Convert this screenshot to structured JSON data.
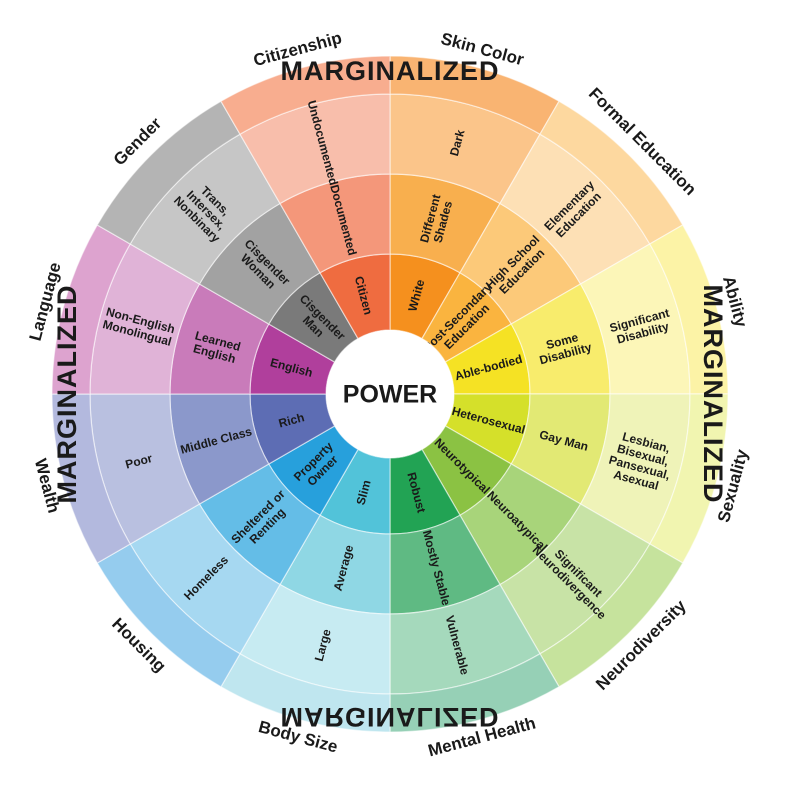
{
  "center_label": "POWER",
  "marginalized_label": "MARGINALIZED",
  "categories": [
    {
      "name": "Skin Color",
      "items": [
        "White",
        "Different Shades",
        "Dark"
      ],
      "colors": [
        "#f5901e",
        "#f8af4e",
        "#fbc58a"
      ]
    },
    {
      "name": "Formal Education",
      "items": [
        "Post-Secondary Education",
        "High School Education",
        "Elementary Education"
      ],
      "colors": [
        "#fab43f",
        "#fcc979",
        "#fde0b5"
      ]
    },
    {
      "name": "Ability",
      "items": [
        "Able-bodied",
        "Some Disability",
        "Significant Disability"
      ],
      "colors": [
        "#f5e224",
        "#f8ec6c",
        "#fcf6b8"
      ]
    },
    {
      "name": "Sexuality",
      "items": [
        "Heterosexual",
        "Gay Man",
        "Lesbian, Bisexual, Pansexual, Asexual"
      ],
      "colors": [
        "#d5e02a",
        "#e2e974",
        "#eff3b8"
      ]
    },
    {
      "name": "Neurodiversity",
      "items": [
        "Neurotypical",
        "Neuroatypical",
        "Significant Neurodivergence"
      ],
      "colors": [
        "#8bc243",
        "#a8d47a",
        "#c8e3a6"
      ]
    },
    {
      "name": "Mental Health",
      "items": [
        "Robust",
        "Mostly Stable",
        "Vulnerable"
      ],
      "colors": [
        "#22a354",
        "#5fba83",
        "#a5d9bc"
      ]
    },
    {
      "name": "Body Size",
      "items": [
        "Slim",
        "Average",
        "Large"
      ],
      "colors": [
        "#52c3d9",
        "#8fd7e4",
        "#c7ebf2"
      ]
    },
    {
      "name": "Housing",
      "items": [
        "Property Owner",
        "Sheltered or Renting",
        "Homeless"
      ],
      "colors": [
        "#27a0dc",
        "#64bde7",
        "#a6d8f1"
      ]
    },
    {
      "name": "Wealth",
      "items": [
        "Rich",
        "Middle Class",
        "Poor"
      ],
      "colors": [
        "#5d6db4",
        "#8b98cb",
        "#b9c0e0"
      ]
    },
    {
      "name": "Language",
      "items": [
        "English",
        "Learned English",
        "Non-English Monolingual"
      ],
      "colors": [
        "#b03f9c",
        "#c97bba",
        "#e0b3d7"
      ]
    },
    {
      "name": "Gender",
      "items": [
        "Cisgender Man",
        "Cisgender Woman",
        "Trans, Intersex, Nonbinary"
      ],
      "colors": [
        "#7a7a7a",
        "#a2a2a2",
        "#c6c6c6"
      ]
    },
    {
      "name": "Citizenship",
      "items": [
        "Citizen",
        "Documented",
        "Undocumented"
      ],
      "colors": [
        "#ef6c40",
        "#f4977a",
        "#f8beab"
      ]
    }
  ],
  "outer_band_colors": [
    "#f9b472",
    "#fdd89f",
    "#fcf3a6",
    "#f1f5b0",
    "#c6e39d",
    "#96d0b6",
    "#bfe6ef",
    "#95ccee",
    "#b3b9de",
    "#dda3cf",
    "#b4b4b4",
    "#f8ad8f"
  ]
}
